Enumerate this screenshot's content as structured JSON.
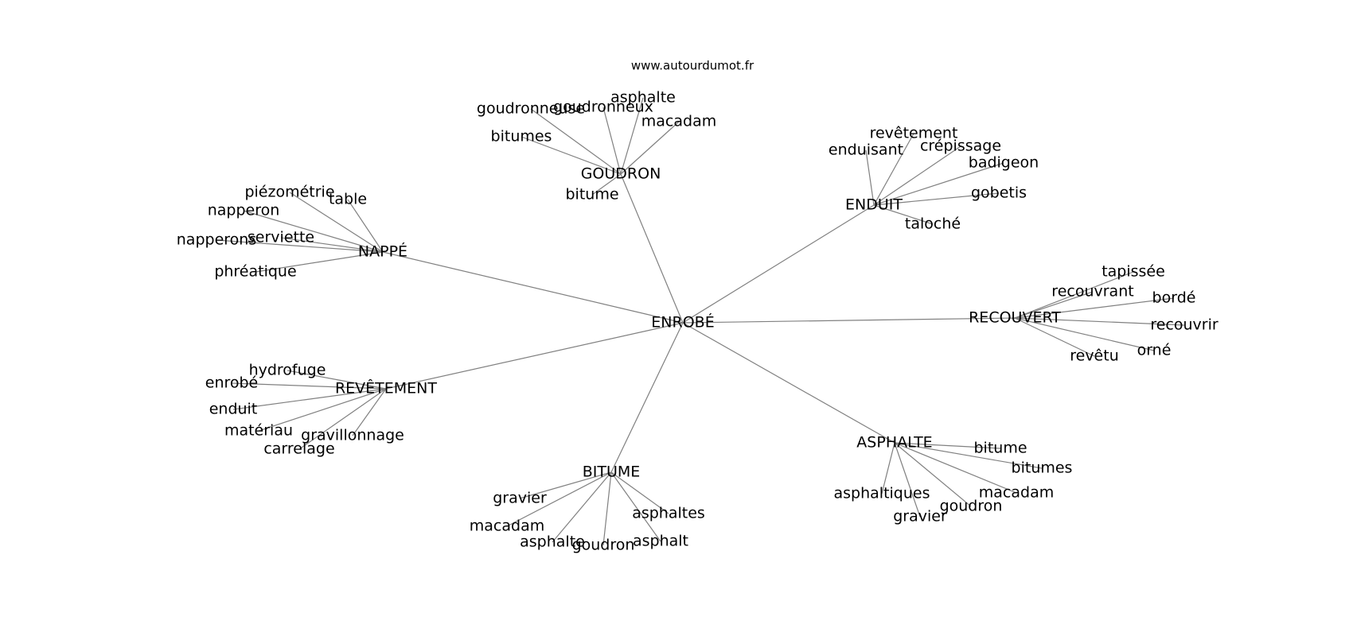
{
  "source": "www.autourdumot.fr",
  "colors": {
    "edge": "#808080",
    "text": "#000000",
    "background": "#ffffff"
  },
  "graph": {
    "root": "ENROBÉ",
    "clusters": [
      {
        "hub": "GOUDRON",
        "leaves": [
          "goudronneuse",
          "goudronneux",
          "asphalte",
          "macadam",
          "bitumes",
          "bitume"
        ]
      },
      {
        "hub": "ENDUIT",
        "leaves": [
          "revêtement",
          "enduisant",
          "crépissage",
          "badigeon",
          "gobetis",
          "taloché"
        ]
      },
      {
        "hub": "NAPPÉ",
        "leaves": [
          "piézométrie",
          "table",
          "napperon",
          "napperons",
          "serviette",
          "phréatique"
        ]
      },
      {
        "hub": "RECOUVERT",
        "leaves": [
          "tapissée",
          "recouvrant",
          "bordé",
          "recouvrir",
          "orné",
          "revêtu"
        ]
      },
      {
        "hub": "REVÊTEMENT",
        "leaves": [
          "hydrofuge",
          "enrobé",
          "enduit",
          "matériau",
          "gravillonnage",
          "carrelage"
        ]
      },
      {
        "hub": "ASPHALTE",
        "leaves": [
          "bitume",
          "bitumes",
          "macadam",
          "asphaltiques",
          "goudron",
          "gravier"
        ]
      },
      {
        "hub": "BITUME",
        "leaves": [
          "gravier",
          "macadam",
          "asphaltes",
          "asphalte",
          "goudron",
          "asphalt"
        ]
      }
    ]
  }
}
